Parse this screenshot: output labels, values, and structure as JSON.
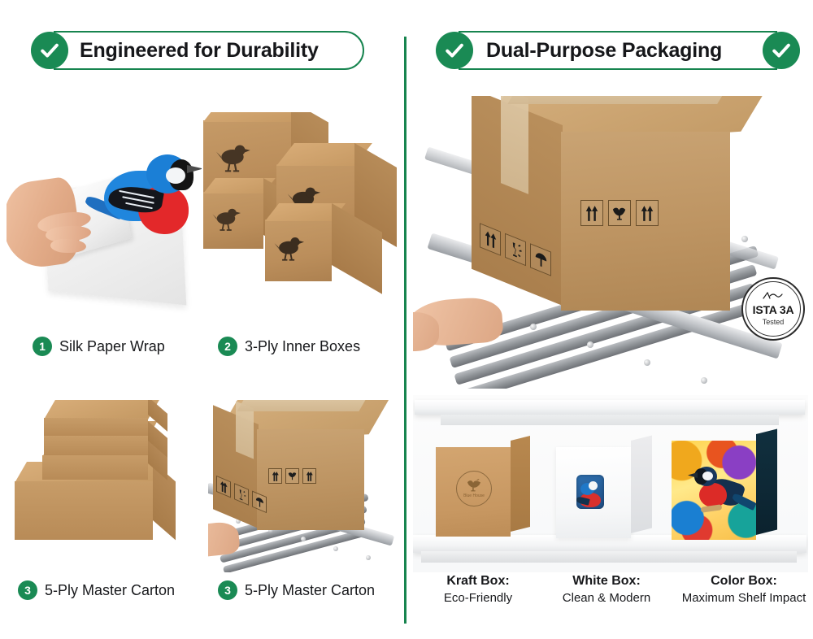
{
  "headers": {
    "left": {
      "title": "Engineered for Durability",
      "check_icon": "check-circle-icon"
    },
    "right": {
      "title": "Dual-Purpose Packaging",
      "check_icon_left": "check-circle-icon",
      "check_icon_right": "check-circle-icon"
    }
  },
  "left_panel": {
    "steps": [
      {
        "number": "1",
        "label": "Silk Paper Wrap",
        "illustration": "hand-holding-silk-paper-with-bird-figurine"
      },
      {
        "number": "2",
        "label": "3-Ply Inner Boxes",
        "illustration": "four-kraft-boxes-with-bird-logo"
      },
      {
        "number": "3",
        "label": "5-Ply Master Carton",
        "illustration": "stacked-kraft-flat-boxes"
      },
      {
        "number": "3",
        "label": "5-Ply Master Carton",
        "illustration": "shipping-carton-on-roller-conveyor"
      }
    ]
  },
  "right_panel": {
    "top_scene": {
      "illustration": "large-shipping-carton-on-roller-conveyor-with-hand",
      "badge": {
        "mark": "signature-mark-icon",
        "title": "ISTA 3A",
        "subtitle": "Tested"
      },
      "handling_symbols_front": [
        "this-way-up-icon",
        "fragile-glass-icon",
        "keep-dry-umbrella-icon"
      ],
      "handling_symbols_side": [
        "this-way-up-icon",
        "fragile-glass-icon",
        "this-way-up-icon"
      ]
    },
    "shelf_scene": {
      "illustration": "white-shelf-with-three-retail-boxes",
      "products": [
        {
          "type": "kraft-box",
          "logo": "bird-circle-logo",
          "title": "Kraft Box:",
          "subtitle": "Eco-Friendly"
        },
        {
          "type": "white-box",
          "logo": "window-cutout-with-bird",
          "title": "White Box:",
          "subtitle": "Clean & Modern"
        },
        {
          "type": "color-box",
          "logo": "colorful-bird-artwork",
          "title": "Color Box:",
          "subtitle": "Maximum Shelf Impact"
        }
      ]
    }
  },
  "colors": {
    "brand_green": "#1a8a54",
    "divider_green": "#17844f",
    "kraft": "#c49a63",
    "text_dark": "#18191c",
    "bird_blue": "#1b7fd6",
    "bird_red": "#e3282a"
  }
}
